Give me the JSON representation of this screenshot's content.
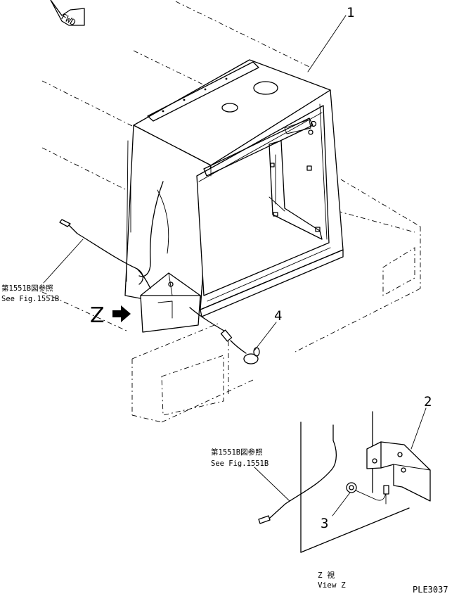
{
  "labels": {
    "fwd": "FWD",
    "part_1": "1",
    "part_2": "2",
    "part_3": "3",
    "part_4": "4",
    "view_arrow": "Z",
    "ref_top_jp": "第1551B図参照",
    "ref_top_en": "See Fig.1551B",
    "ref_bottom_jp": "第1551B図参照",
    "ref_bottom_en": "See Fig.1551B",
    "view_jp": "Z  視",
    "view_en": "View Z",
    "drawing_code": "PLE3037"
  }
}
